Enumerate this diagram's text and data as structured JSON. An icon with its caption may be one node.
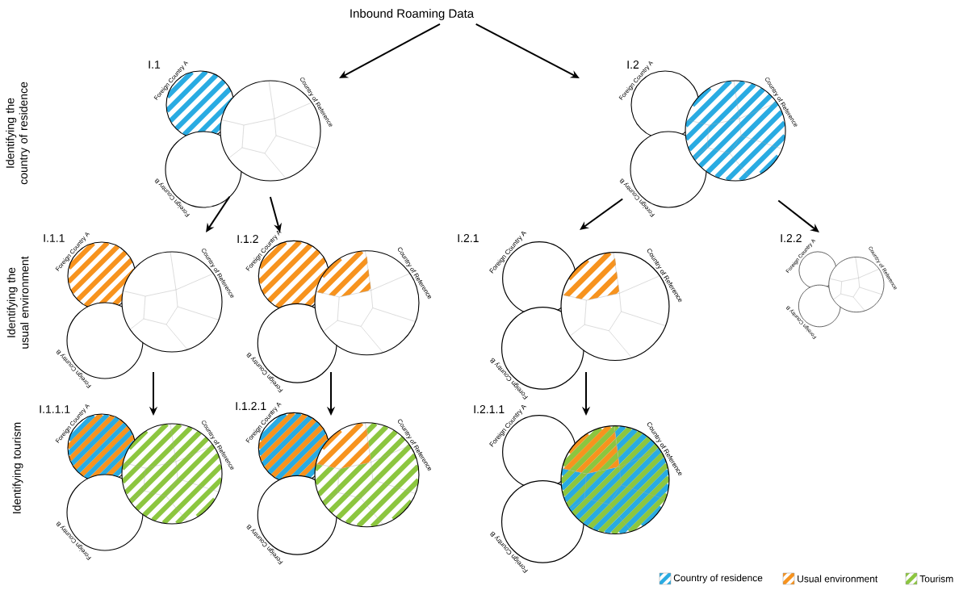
{
  "diagram": {
    "nodes": [
      {
        "text": [
          "Inbound Roaming Data"
        ]
      },
      {
        "text": [
          "I.1",
          "Foreign Country A",
          "Country of Reference",
          "Foreign Country B"
        ]
      },
      {
        "text": [
          "I.2",
          "Foreign Country A",
          "Country of Reference",
          "Foreign Country B"
        ]
      },
      {
        "text": [
          "I.1.1",
          "Foreign Country A",
          "Country of Reference",
          "Foreign Country B"
        ]
      },
      {
        "text": [
          "I.1.2",
          "Foreign Country A",
          "Country of Reference",
          "Foreign Country B"
        ]
      },
      {
        "text": [
          "I.2.1",
          "Foreign Country A",
          "Country of Reference",
          "Foreign Country B"
        ]
      },
      {
        "text": [
          "I.2.2",
          "Foreign Country A",
          "Country of Reference",
          "Foreign Country B"
        ]
      },
      {
        "text": [
          "I.1.1.1",
          "Foreign Country A",
          "Country of Reference",
          "Foreign Country B"
        ]
      },
      {
        "text": [
          "I.1.2.1",
          "Foreign Country A",
          "Country of Reference",
          "Foreign Country B"
        ]
      },
      {
        "text": [
          "I.2.1.1",
          "Foreign Country A",
          "Country of Reference",
          "Foreign Country B"
        ]
      }
    ],
    "edges": [
      {
        "from": 0,
        "to": 1,
        "arrow": "to"
      },
      {
        "from": 0,
        "to": 2,
        "arrow": "to"
      },
      {
        "from": 1,
        "to": 3,
        "arrow": "to"
      },
      {
        "from": 1,
        "to": 4,
        "arrow": "to"
      },
      {
        "from": 2,
        "to": 5,
        "arrow": "to"
      },
      {
        "from": 2,
        "to": 6,
        "arrow": "to"
      },
      {
        "from": 3,
        "to": 7,
        "arrow": "to"
      },
      {
        "from": 4,
        "to": 8,
        "arrow": "to"
      },
      {
        "from": 5,
        "to": 9,
        "arrow": "to"
      }
    ],
    "labels": [
      "Identifying the country of residence",
      "Identifying the usual environment",
      "Identifying tourism"
    ],
    "legend": [
      {
        "text": "Country of residence",
        "color": "#29abe2"
      },
      {
        "text": "Usual environment",
        "color": "#f7931e"
      },
      {
        "text": "Tourism",
        "color": "#8cc63f"
      }
    ]
  }
}
